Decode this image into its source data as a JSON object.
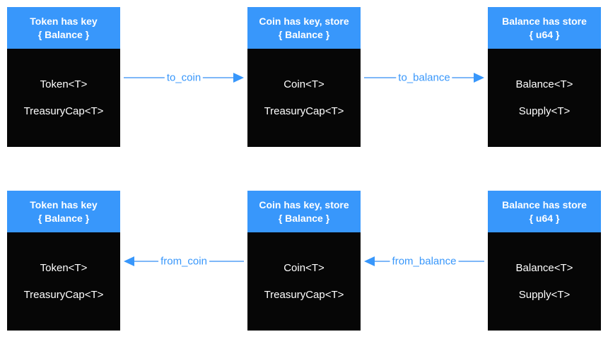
{
  "colors": {
    "header_bg": "#3897FB",
    "body_bg": "#060606",
    "text_on_fill": "#FFFFFF",
    "arrow_line": "#7EB7F8",
    "arrow_accent": "#3897FB",
    "page_bg": "#FFFFFF"
  },
  "rows": [
    {
      "boxes": [
        {
          "header_line1": "Token has key",
          "header_line2": "{ Balance }",
          "items": [
            "Token<T>",
            "TreasuryCap<T>"
          ]
        },
        {
          "header_line1": "Coin has key, store",
          "header_line2": "{ Balance }",
          "items": [
            "Coin<T>",
            "TreasuryCap<T>"
          ]
        },
        {
          "header_line1": "Balance has store",
          "header_line2": "{ u64 }",
          "items": [
            "Balance<T>",
            "Supply<T>"
          ]
        }
      ],
      "arrows": [
        {
          "label": "to_coin",
          "direction": "right"
        },
        {
          "label": "to_balance",
          "direction": "right"
        }
      ]
    },
    {
      "boxes": [
        {
          "header_line1": "Token has key",
          "header_line2": "{ Balance }",
          "items": [
            "Token<T>",
            "TreasuryCap<T>"
          ]
        },
        {
          "header_line1": "Coin has key, store",
          "header_line2": "{ Balance }",
          "items": [
            "Coin<T>",
            "TreasuryCap<T>"
          ]
        },
        {
          "header_line1": "Balance has store",
          "header_line2": "{ u64 }",
          "items": [
            "Balance<T>",
            "Supply<T>"
          ]
        }
      ],
      "arrows": [
        {
          "label": "from_coin",
          "direction": "left"
        },
        {
          "label": "from_balance",
          "direction": "left"
        }
      ]
    }
  ]
}
